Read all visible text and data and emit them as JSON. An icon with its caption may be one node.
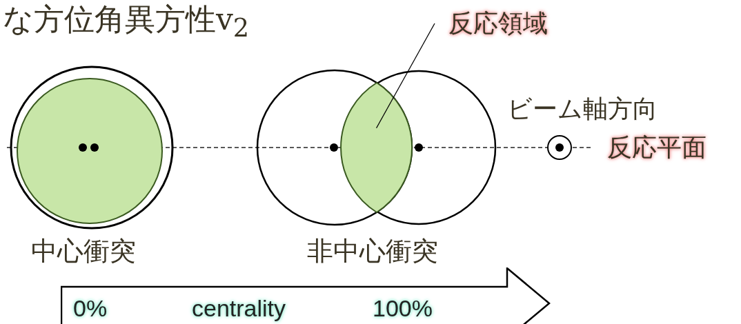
{
  "diagram": {
    "title": "な方位角異方性v$_{2}$",
    "nodes": [
      {
        "text": [
          "反応領域"
        ]
      },
      {
        "text": [],
        "shape": "lens"
      },
      {
        "text": [
          "0%",
          "centrality",
          "100%"
        ]
      }
    ],
    "edges": [
      {
        "from": 0,
        "to": 1,
        "arrow": "none"
      }
    ],
    "labels": [
      "ビーム軸方向",
      "反応平面",
      "中心衝突",
      "非中心衝突"
    ]
  }
}
